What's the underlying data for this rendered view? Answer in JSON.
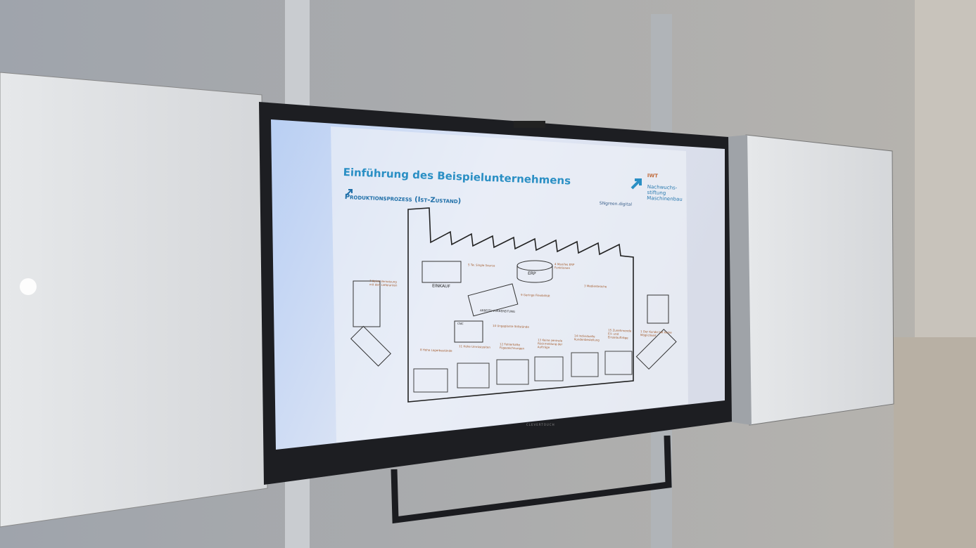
{
  "slide": {
    "title": "Einführung des Beispielunternehmens",
    "subtitle": "Produktionsprozess (Ist-Zustand)",
    "logos": {
      "left": "SNgreen.digital",
      "iwt": "IWT",
      "nachwuchsstiftung": "Nachwuchs-stiftung Maschinenbau"
    },
    "diagram_labels": {
      "einkauf": "EINKAUF",
      "erp": "ERP",
      "arbeitsvorbereitung": "ARBEITS-VORBEREITUNG",
      "cnc": "CNC"
    },
    "notes": [
      "7 Keine Vernetzung mit den Lieferanten",
      "5 Tw. Single Source",
      "4 Manifes ERP Funktionen",
      "3 Medienbrüche",
      "9 Geringe Flexibilität",
      "10 Ungeplante Stillstände",
      "8 Hohe Lagerbestände",
      "11 Hohe Umrüstzeiten",
      "12 Fehlerhafte Fügezeichnungen",
      "13 Keine zentrale Rückmeldung der Aufträge",
      "14 Individuelle Kundenbestellung",
      "15 Zunehmende Eil- und Einzelaufträge",
      "1 Der Kunde hat keine Möglichkeit"
    ]
  },
  "monitor": {
    "brand": "CLEVERTOUCH"
  }
}
